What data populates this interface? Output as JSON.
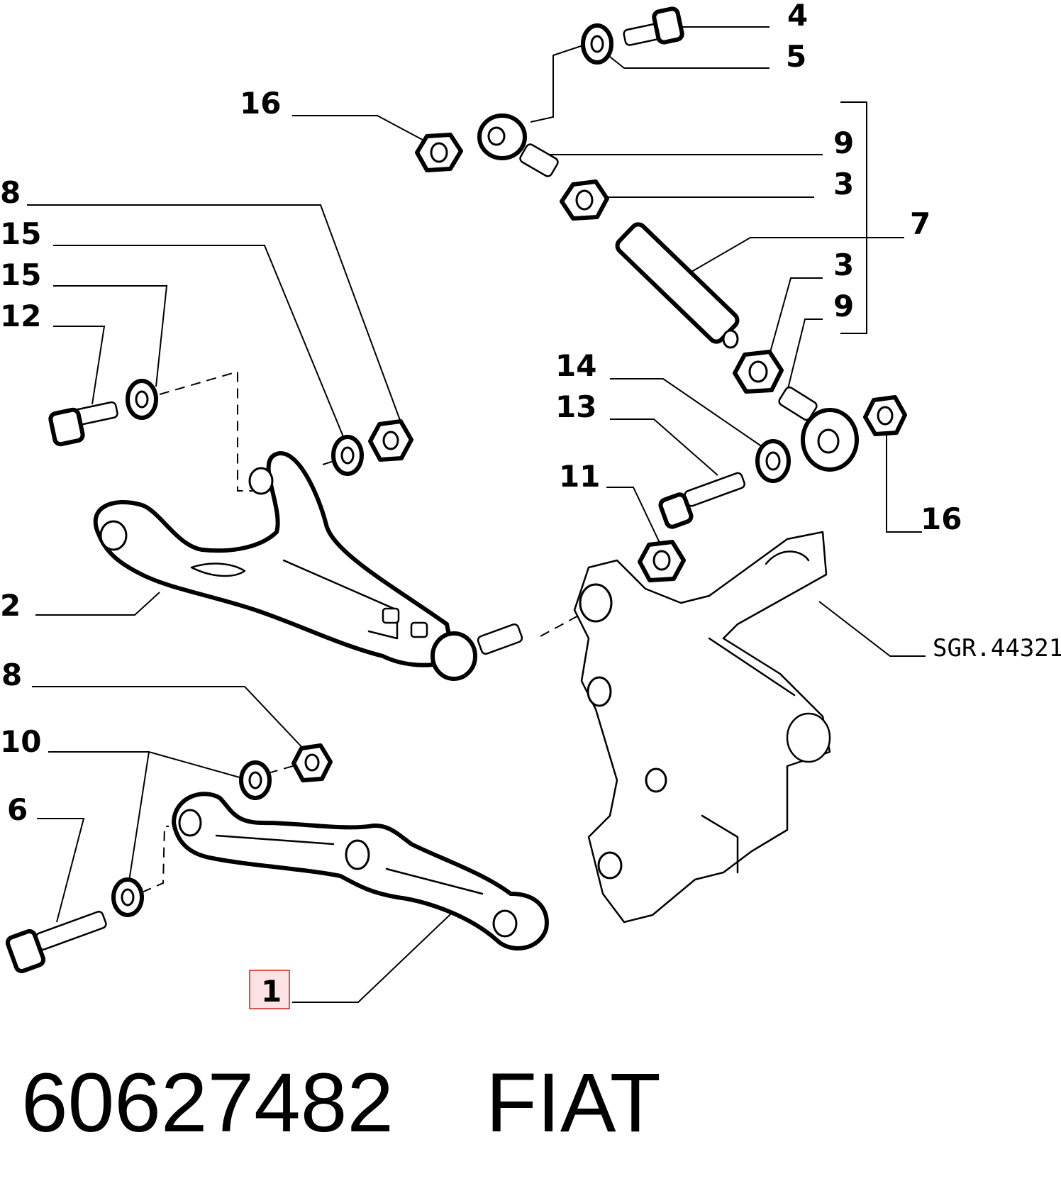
{
  "diagram": {
    "callouts": {
      "c4": "4",
      "c5": "5",
      "c16_top": "16",
      "c9_top": "9",
      "c3_top": "3",
      "c7": "7",
      "c3_mid": "3",
      "c9_mid": "9",
      "c8_top": "8",
      "c15_a": "15",
      "c15_b": "15",
      "c12": "12",
      "c14": "14",
      "c13": "13",
      "c11": "11",
      "c16_right": "16",
      "c2": "2",
      "c8_bottom": "8",
      "c10": "10",
      "c6": "6",
      "c1": "1"
    },
    "reference_code": "SGR.44321",
    "highlighted_callout": "1",
    "highlight_color": "#d9534f"
  },
  "footer": {
    "part_number": "60627482",
    "brand": "FIAT"
  }
}
